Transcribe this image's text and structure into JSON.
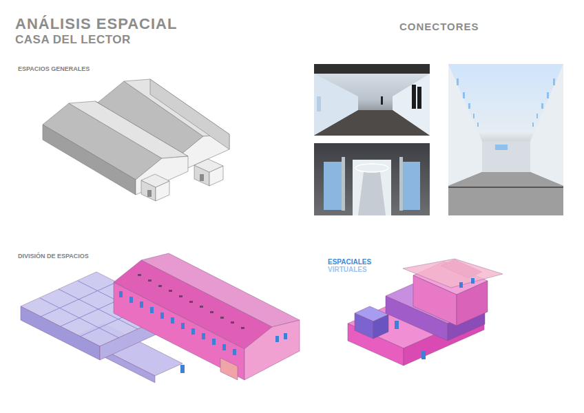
{
  "diagram": {
    "title": "ANÁLISIS ESPACIAL",
    "labels": [
      "CASA DEL LECTOR",
      "CONECTORES",
      "ESPACIOS GENERALES",
      "DIVISIÓN DE ESPACIOS",
      "ESPACIALES",
      "VIRTUALES"
    ]
  }
}
